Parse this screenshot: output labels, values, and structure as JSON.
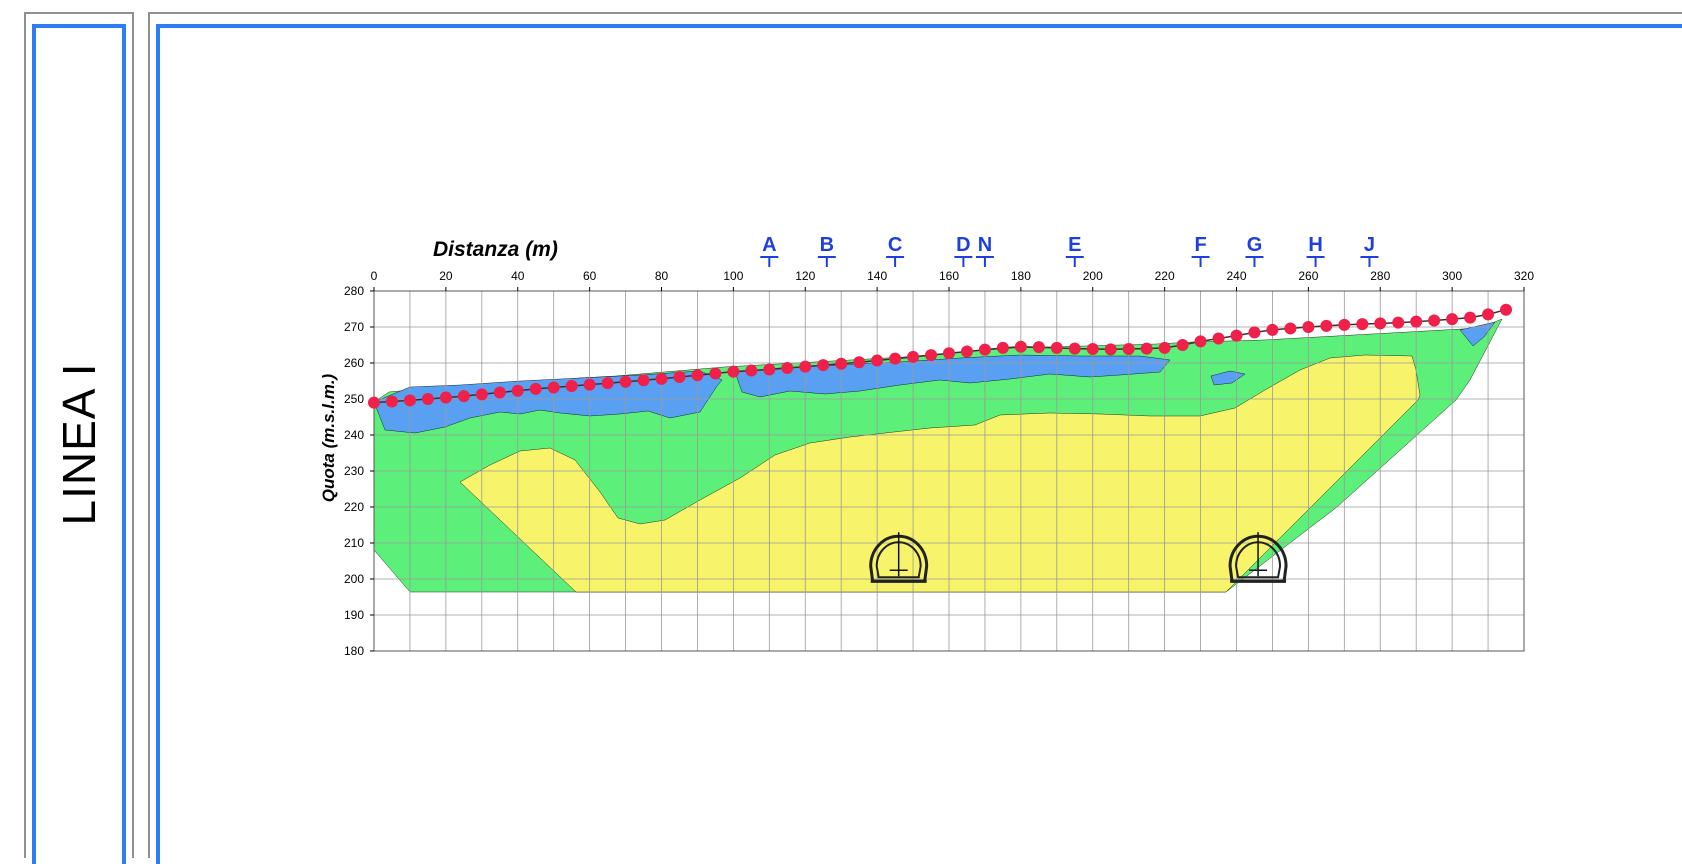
{
  "side_title": "LINEA I",
  "colors": {
    "frame_blue": "#2f7df5",
    "surface_points": "#f0204a",
    "zone_blue": "#5aa0f2",
    "zone_green": "#5cf07a",
    "zone_yellow": "#f7f36a",
    "section_label": "#1e3fe0"
  },
  "chart_data": {
    "type": "area",
    "xlabel": "Distanza (m)",
    "ylabel": "Quota (m.s.l.m.)",
    "xlim": [
      0,
      320
    ],
    "ylim": [
      180,
      280
    ],
    "x_ticks": [
      "0",
      "20",
      "40",
      "60",
      "80",
      "100",
      "120",
      "140",
      "160",
      "180",
      "200",
      "220",
      "240",
      "260",
      "280",
      "300",
      "320"
    ],
    "y_ticks": [
      "280",
      "270",
      "260",
      "250",
      "240",
      "230",
      "220",
      "210",
      "200",
      "190",
      "180"
    ],
    "grid": true,
    "surface_profile": {
      "x": [
        0,
        5,
        10,
        15,
        20,
        25,
        30,
        35,
        40,
        45,
        50,
        55,
        60,
        65,
        70,
        75,
        80,
        85,
        90,
        95,
        100,
        105,
        110,
        115,
        120,
        125,
        130,
        135,
        140,
        145,
        150,
        155,
        160,
        165,
        170,
        175,
        180,
        185,
        190,
        195,
        200,
        205,
        210,
        215,
        220,
        225,
        230,
        235,
        240,
        245,
        250,
        255,
        260,
        265,
        270,
        275,
        280,
        285,
        290,
        295,
        300,
        305,
        310,
        315
      ],
      "y": [
        249,
        249.3,
        249.6,
        250,
        250.4,
        250.8,
        251.3,
        251.8,
        252.3,
        252.8,
        253.2,
        253.6,
        254,
        254.4,
        254.8,
        255.2,
        255.6,
        256.1,
        256.6,
        257.1,
        257.6,
        257.9,
        258.2,
        258.6,
        259,
        259.4,
        259.8,
        260.2,
        260.7,
        261.2,
        261.7,
        262.2,
        262.7,
        263.2,
        263.7,
        264.2,
        264.5,
        264.4,
        264.2,
        264,
        263.9,
        263.8,
        263.9,
        264,
        264.2,
        265,
        266,
        266.8,
        267.6,
        268.5,
        269.2,
        269.6,
        270,
        270.3,
        270.6,
        270.8,
        271,
        271.2,
        271.5,
        271.8,
        272.2,
        272.6,
        273.5,
        274.8
      ]
    },
    "zones": [
      {
        "name": "blue",
        "color": "#5aa0f2"
      },
      {
        "name": "green",
        "color": "#5cf07a"
      },
      {
        "name": "yellow",
        "color": "#f7f36a"
      }
    ],
    "sections": [
      {
        "label": "A",
        "x": 110
      },
      {
        "label": "B",
        "x": 126
      },
      {
        "label": "C",
        "x": 145
      },
      {
        "label": "D",
        "x": 164
      },
      {
        "label": "N",
        "x": 170
      },
      {
        "label": "E",
        "x": 195
      },
      {
        "label": "F",
        "x": 230
      },
      {
        "label": "G",
        "x": 245
      },
      {
        "label": "H",
        "x": 262
      },
      {
        "label": "J",
        "x": 277
      }
    ],
    "tunnels": [
      {
        "x": 146,
        "y": 203
      },
      {
        "x": 246,
        "y": 203
      }
    ]
  }
}
